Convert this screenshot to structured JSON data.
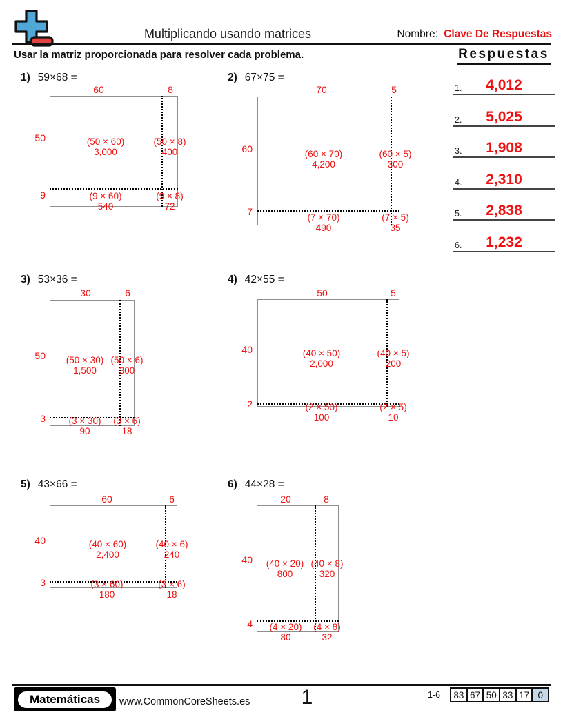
{
  "header": {
    "title": "Multiplicando usando matrices",
    "name_label": "Nombre:",
    "name_value": "Clave De Respuestas",
    "instructions": "Usar la matriz proporcionada para resolver cada problema."
  },
  "answers_panel": {
    "title": "Respuestas",
    "items": [
      {
        "num": "1.",
        "value": "4,012"
      },
      {
        "num": "2.",
        "value": "5,025"
      },
      {
        "num": "3.",
        "value": "1,908"
      },
      {
        "num": "4.",
        "value": "2,310"
      },
      {
        "num": "5.",
        "value": "2,838"
      },
      {
        "num": "6.",
        "value": "1,232"
      }
    ]
  },
  "problems": [
    {
      "number": "1)",
      "expression": "59×68 =",
      "top_labels": [
        "60",
        "8"
      ],
      "left_labels": [
        "50",
        "9"
      ],
      "cells": {
        "main": {
          "expr": "(50 × 60)",
          "value": "3,000"
        },
        "right": {
          "expr": "(50 × 8)",
          "value": "400"
        },
        "bottom": {
          "expr": "(9 × 60)",
          "value": "540"
        },
        "corner": {
          "expr": "(9 × 8)",
          "value": "72"
        }
      }
    },
    {
      "number": "2)",
      "expression": "67×75 =",
      "top_labels": [
        "70",
        "5"
      ],
      "left_labels": [
        "60",
        "7"
      ],
      "cells": {
        "main": {
          "expr": "(60 × 70)",
          "value": "4,200"
        },
        "right": {
          "expr": "(60 × 5)",
          "value": "300"
        },
        "bottom": {
          "expr": "(7 × 70)",
          "value": "490"
        },
        "corner": {
          "expr": "(7 × 5)",
          "value": "35"
        }
      }
    },
    {
      "number": "3)",
      "expression": "53×36 =",
      "top_labels": [
        "30",
        "6"
      ],
      "left_labels": [
        "50",
        "3"
      ],
      "cells": {
        "main": {
          "expr": "(50 × 30)",
          "value": "1,500"
        },
        "right": {
          "expr": "(50 × 6)",
          "value": "300"
        },
        "bottom": {
          "expr": "(3 × 30)",
          "value": "90"
        },
        "corner": {
          "expr": "(3 × 6)",
          "value": "18"
        }
      }
    },
    {
      "number": "4)",
      "expression": "42×55 =",
      "top_labels": [
        "50",
        "5"
      ],
      "left_labels": [
        "40",
        "2"
      ],
      "cells": {
        "main": {
          "expr": "(40 × 50)",
          "value": "2,000"
        },
        "right": {
          "expr": "(40 × 5)",
          "value": "200"
        },
        "bottom": {
          "expr": "(2 × 50)",
          "value": "100"
        },
        "corner": {
          "expr": "(2 × 5)",
          "value": "10"
        }
      }
    },
    {
      "number": "5)",
      "expression": "43×66 =",
      "top_labels": [
        "60",
        "6"
      ],
      "left_labels": [
        "40",
        "3"
      ],
      "cells": {
        "main": {
          "expr": "(40 × 60)",
          "value": "2,400"
        },
        "right": {
          "expr": "(40 × 6)",
          "value": "240"
        },
        "bottom": {
          "expr": "(3 × 60)",
          "value": "180"
        },
        "corner": {
          "expr": "(3 × 6)",
          "value": "18"
        }
      }
    },
    {
      "number": "6)",
      "expression": "44×28 =",
      "top_labels": [
        "20",
        "8"
      ],
      "left_labels": [
        "40",
        "4"
      ],
      "cells": {
        "main": {
          "expr": "(40 × 20)",
          "value": "800"
        },
        "right": {
          "expr": "(40 × 8)",
          "value": "320"
        },
        "bottom": {
          "expr": "(4 × 20)",
          "value": "80"
        },
        "corner": {
          "expr": "(4 × 8)",
          "value": "32"
        }
      }
    }
  ],
  "footer": {
    "brand": "Matemáticas",
    "site": "www.CommonCoreSheets.es",
    "page": "1",
    "range": "1-6",
    "scores": [
      "83",
      "67",
      "50",
      "33",
      "17",
      "0"
    ]
  },
  "colors": {
    "accent_red": "#ee1111",
    "score_highlight": "#c6d8ea",
    "logo_blue": "#4fa8d8",
    "logo_red": "#e04141"
  }
}
